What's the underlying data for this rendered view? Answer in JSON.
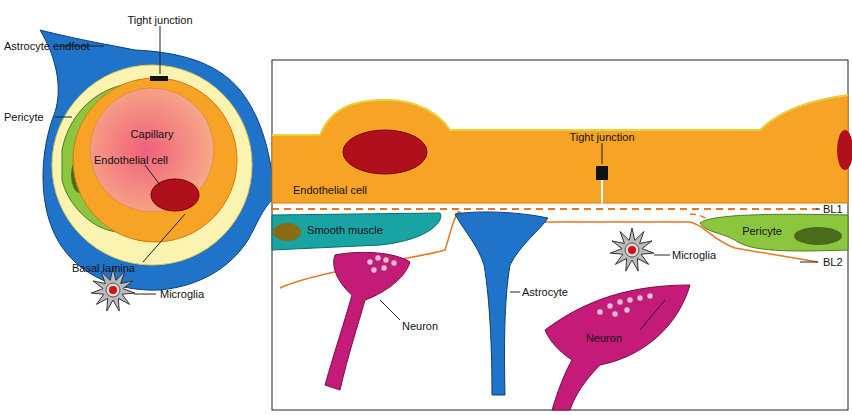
{
  "diagram": {
    "nodes": [
      {
        "text": [
          "Capillary"
        ]
      },
      {
        "text": [
          "Endothelial cell"
        ]
      },
      {
        "text": [
          "Smooth muscle"
        ]
      },
      {
        "text": [
          "Pericyte"
        ]
      }
    ],
    "labels": [
      "Astrocyte endfoot",
      "Tight junction",
      "Pericyte",
      "Endothelial cell",
      "Basal lamina",
      "Microglia",
      "Tight junction",
      "BL1",
      "Microglia",
      "BL2",
      "Neuron",
      "Astrocyte",
      "Neuron"
    ]
  }
}
